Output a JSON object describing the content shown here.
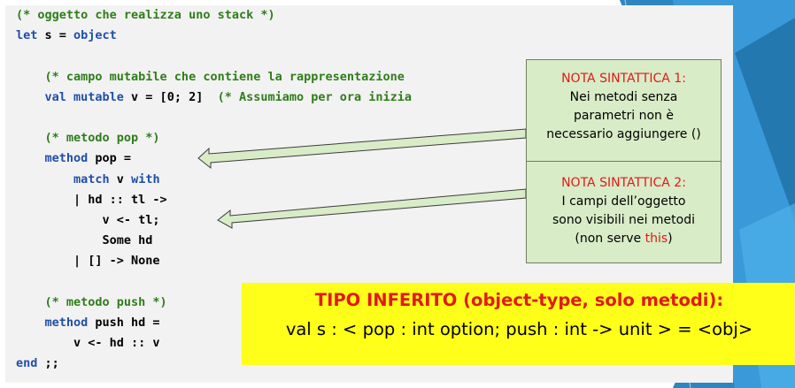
{
  "code": {
    "lines": [
      {
        "text": "(* oggetto che realizza uno stack *)",
        "type": "comment"
      },
      {
        "parts": [
          [
            "kw",
            "let"
          ],
          [
            "t",
            " s = "
          ],
          [
            "kw",
            "object"
          ]
        ]
      },
      {
        "parts": []
      },
      {
        "parts": [
          [
            "cm",
            "    (* campo mutabile che contiene la rappresentazione"
          ]
        ]
      },
      {
        "parts": [
          [
            "kw",
            "    val mutable"
          ],
          [
            "t",
            " v = [0; 2]  "
          ],
          [
            "cm",
            "(* Assumiamo per ora inizia"
          ]
        ]
      },
      {
        "parts": []
      },
      {
        "parts": [
          [
            "cm",
            "    (* metodo pop *)"
          ]
        ]
      },
      {
        "parts": [
          [
            "kw",
            "    method"
          ],
          [
            "t",
            " pop ="
          ]
        ]
      },
      {
        "parts": [
          [
            "kw",
            "        match"
          ],
          [
            "t",
            " v "
          ],
          [
            "kw",
            "with"
          ]
        ]
      },
      {
        "parts": [
          [
            "t",
            "        | hd :: tl ->"
          ]
        ]
      },
      {
        "parts": [
          [
            "t",
            "            v <- tl;"
          ]
        ]
      },
      {
        "parts": [
          [
            "t",
            "            Some hd"
          ]
        ]
      },
      {
        "parts": [
          [
            "t",
            "        | [] -> None"
          ]
        ]
      },
      {
        "parts": []
      },
      {
        "parts": [
          [
            "cm",
            "    (* metodo push *)"
          ]
        ]
      },
      {
        "parts": [
          [
            "kw",
            "    method"
          ],
          [
            "t",
            " push hd ="
          ]
        ]
      },
      {
        "parts": [
          [
            "t",
            "        v <- hd :: v"
          ]
        ]
      },
      {
        "parts": [
          [
            "kw",
            "end"
          ],
          [
            "t",
            " ;;"
          ]
        ]
      }
    ]
  },
  "note1": {
    "title": "NOTA SINTATTICA 1:",
    "lines": [
      "Nei metodi senza",
      "parametri non è",
      "necessario aggiungere ()"
    ]
  },
  "note2": {
    "title": "NOTA SINTATTICA 2:",
    "lines": [
      "I campi dell’oggetto",
      "sono visibili nei metodi"
    ],
    "last_prefix": "(non serve ",
    "last_red": "this",
    "last_suffix": ")"
  },
  "inferred": {
    "title": "TIPO INFERITO (object-type, solo metodi):",
    "signature": "val s : < pop : int option; push : int -> unit > = <obj>"
  },
  "colors": {
    "comment": "#2e7d1a",
    "keyword": "#1f4fa8",
    "note_bg": "#d8ecc7",
    "note_title": "#e11a1a",
    "banner_bg": "#ffff19",
    "banner_title": "#e11a1a"
  }
}
